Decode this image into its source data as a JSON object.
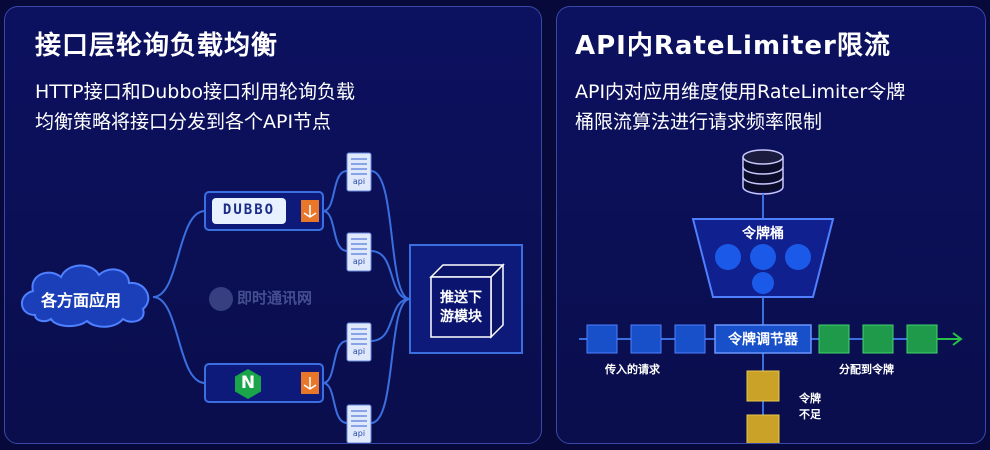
{
  "left": {
    "title": "接口层轮询负载均衡",
    "desc_line1": "HTTP接口和Dubbo接口利用轮询负载",
    "desc_line2": "均衡策略将接口分发到各个API节点",
    "cloud_label": "各方面应用",
    "dubbo_logo": "DUBBO",
    "nginx_logo": "N",
    "api_label": "api",
    "push_module_line1": "推送下",
    "push_module_line2": "游模块",
    "watermark": "即时通讯网"
  },
  "right": {
    "title": "API内RateLimiter限流",
    "desc_line1": "API内对应用维度使用RateLimiter令牌",
    "desc_line2": "桶限流算法进行请求频率限制",
    "bucket_label": "令牌桶",
    "regulator_label": "令牌调节器",
    "incoming_label": "传入的请求",
    "assigned_label": "分配到令牌",
    "insufficient_line1": "令牌",
    "insufficient_line2": "不足"
  },
  "colors": {
    "background": "#07093a",
    "line": "#3b6fe0",
    "node_blue": "#1750c8",
    "node_green": "#1f9a4a",
    "node_gold": "#c9a227",
    "arrow_green": "#27c14a",
    "nginx_green": "#1aa54a",
    "balancer_orange": "#e8772a"
  }
}
